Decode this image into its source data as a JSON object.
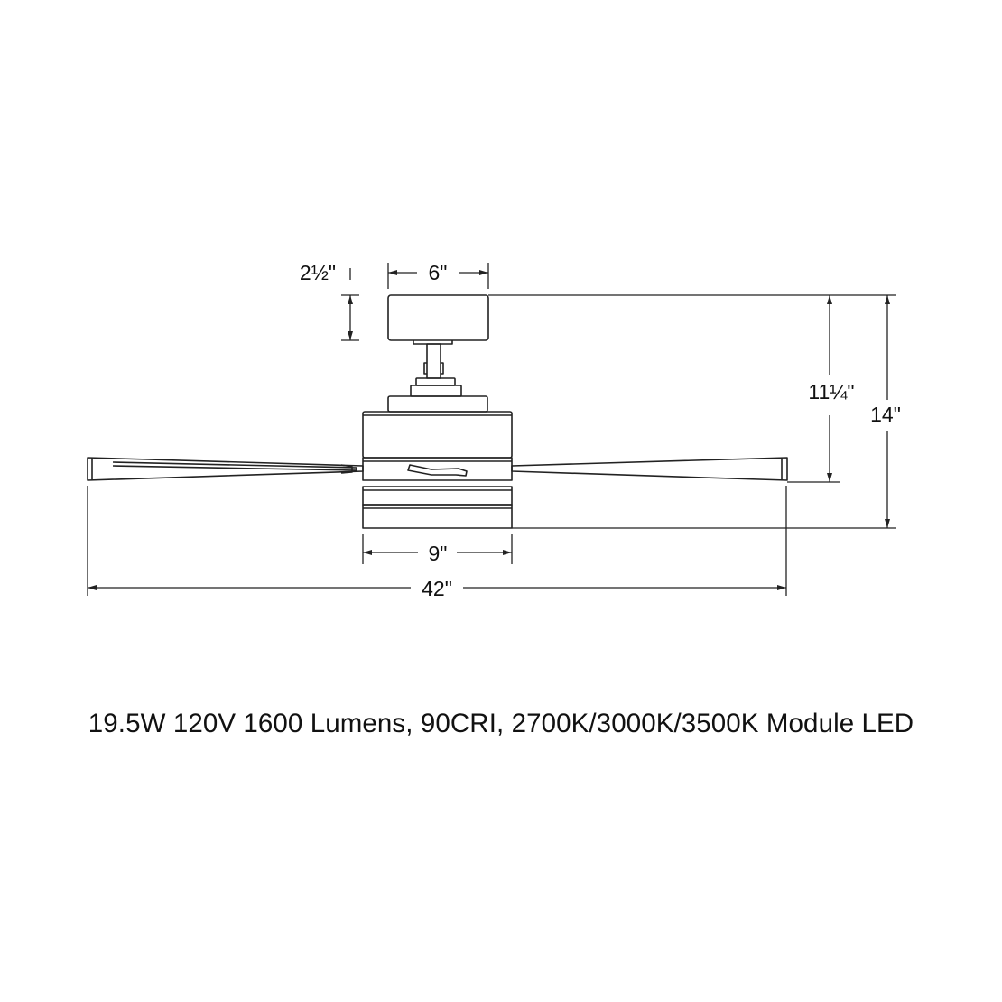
{
  "dimensions": {
    "canopy_height": "2½\"",
    "canopy_width": "6\"",
    "body_width": "9\"",
    "overall_span": "42\"",
    "ceiling_to_blade": "11¼\"",
    "overall_height": "14\""
  },
  "specs_line": "19.5W 120V 1600 Lumens, 90CRI, 2700K/3000K/3500K Module LED",
  "colors": {
    "line": "#222222",
    "text": "#111111",
    "background": "#ffffff"
  }
}
